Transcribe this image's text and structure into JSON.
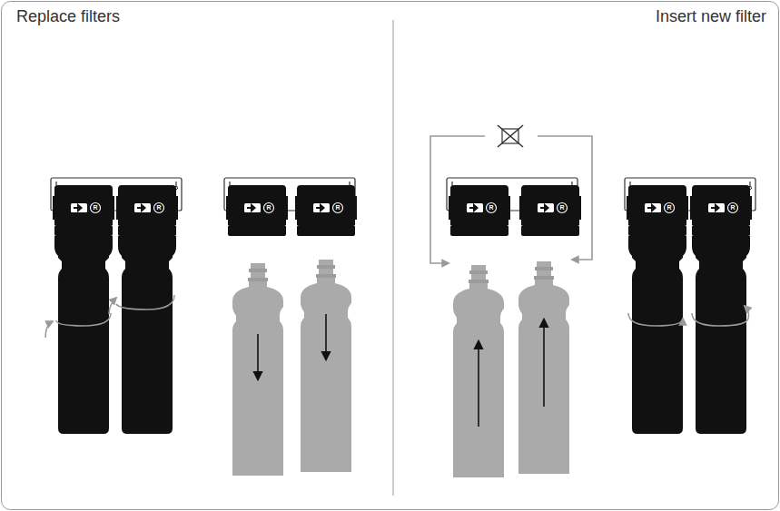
{
  "diagram": {
    "labels": [
      "Replace filters",
      "Insert new filter",
      "R",
      "R",
      "R",
      "R",
      "R",
      "R",
      "R",
      "R"
    ]
  }
}
